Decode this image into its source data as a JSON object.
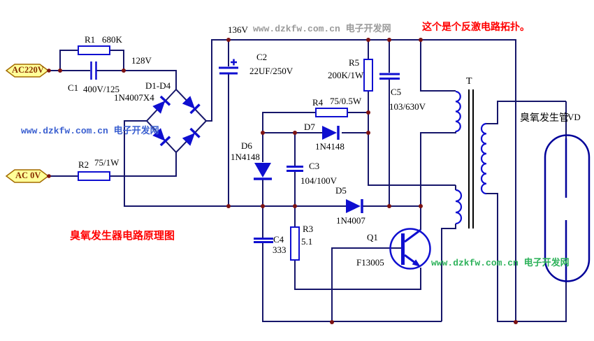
{
  "notes": {
    "flyback_note": "这个是个反激电路拓扑。",
    "title": "臭氧发生器电路原理图"
  },
  "watermarks": {
    "top": "www.dzkfw.com.cn 电子开发网",
    "left": "www.dzkfw.com.cn 电子开发网",
    "bottom_right": "www.dzkfw.com.cn 电子开发网"
  },
  "terminals": {
    "ac220v": "AC220V",
    "ac0v": "AC 0V"
  },
  "net_labels": {
    "v136": "136V",
    "v128": "128V"
  },
  "components": {
    "r1": {
      "ref": "R1",
      "value": "680K"
    },
    "c1": {
      "ref": "C1",
      "value": "400V/125"
    },
    "bridge": {
      "ref": "D1-D4",
      "value": "1N4007X4"
    },
    "r2": {
      "ref": "R2",
      "value": "75/1W"
    },
    "c2": {
      "ref": "C2",
      "value": "22UF/250V"
    },
    "r5": {
      "ref": "R5",
      "value": "200K/1W"
    },
    "c5": {
      "ref": "C5",
      "value": "103/630V"
    },
    "r4": {
      "ref": "R4",
      "value": "75/0.5W"
    },
    "d7": {
      "ref": "D7",
      "value": "1N4148"
    },
    "d6": {
      "ref": "D6",
      "value": "1N4148"
    },
    "c3": {
      "ref": "C3",
      "value": "104/100V"
    },
    "d5": {
      "ref": "D5",
      "value": "1N4007"
    },
    "r3": {
      "ref": "R3",
      "value": "5.1"
    },
    "c4": {
      "ref": "C4",
      "value": "333"
    },
    "q1": {
      "ref": "Q1",
      "value": "F13005"
    },
    "transformer": {
      "ref": "T"
    },
    "tube": {
      "ref": "VD",
      "name": "臭氧发生管"
    }
  },
  "colors": {
    "wire": "#16166a",
    "component": "#0f0fd0",
    "dot": "#7c1212",
    "red_text": "#ff0000",
    "tag_fill": "#ffff99",
    "tag_border": "#a36a00",
    "tag_text": "#8a3000",
    "tube_outline": "#000099",
    "watermark_top": "#9a9a9a",
    "watermark_left": "#3a5fd0",
    "watermark_green": "#2db25a"
  }
}
